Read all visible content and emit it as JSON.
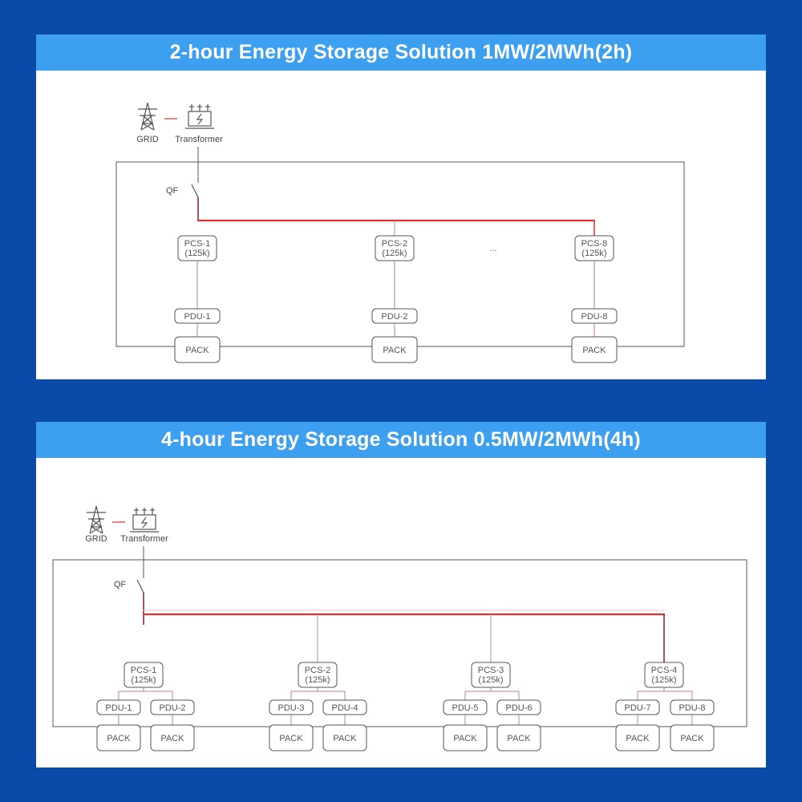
{
  "colors": {
    "background": "#0a4aa8",
    "header": "#3d9ff0",
    "bus": "#e03030",
    "box_stroke": "#555555"
  },
  "panels": [
    {
      "title": "2-hour Energy Storage Solution 1MW/2MWh(2h)",
      "grid_label": "GRID",
      "transformer_label": "Transformer",
      "qf_label": "QF",
      "ellipsis": "...",
      "branches": [
        {
          "pcs": "PCS-1",
          "rating": "(125k)",
          "pdus": [
            "PDU-1"
          ],
          "packs": [
            "PACK"
          ]
        },
        {
          "pcs": "PCS-2",
          "rating": "(125k)",
          "pdus": [
            "PDU-2"
          ],
          "packs": [
            "PACK"
          ]
        },
        {
          "pcs": "PCS-8",
          "rating": "(125k)",
          "pdus": [
            "PDU-8"
          ],
          "packs": [
            "PACK"
          ]
        }
      ]
    },
    {
      "title": "4-hour Energy Storage Solution 0.5MW/2MWh(4h)",
      "grid_label": "GRID",
      "transformer_label": "Transformer",
      "qf_label": "QF",
      "branches": [
        {
          "pcs": "PCS-1",
          "rating": "(125k)",
          "pdus": [
            "PDU-1",
            "PDU-2"
          ],
          "packs": [
            "PACK",
            "PACK"
          ]
        },
        {
          "pcs": "PCS-2",
          "rating": "(125k)",
          "pdus": [
            "PDU-3",
            "PDU-4"
          ],
          "packs": [
            "PACK",
            "PACK"
          ]
        },
        {
          "pcs": "PCS-3",
          "rating": "(125k)",
          "pdus": [
            "PDU-5",
            "PDU-6"
          ],
          "packs": [
            "PACK",
            "PACK"
          ]
        },
        {
          "pcs": "PCS-4",
          "rating": "(125k)",
          "pdus": [
            "PDU-7",
            "PDU-8"
          ],
          "packs": [
            "PACK",
            "PACK"
          ]
        }
      ]
    }
  ]
}
